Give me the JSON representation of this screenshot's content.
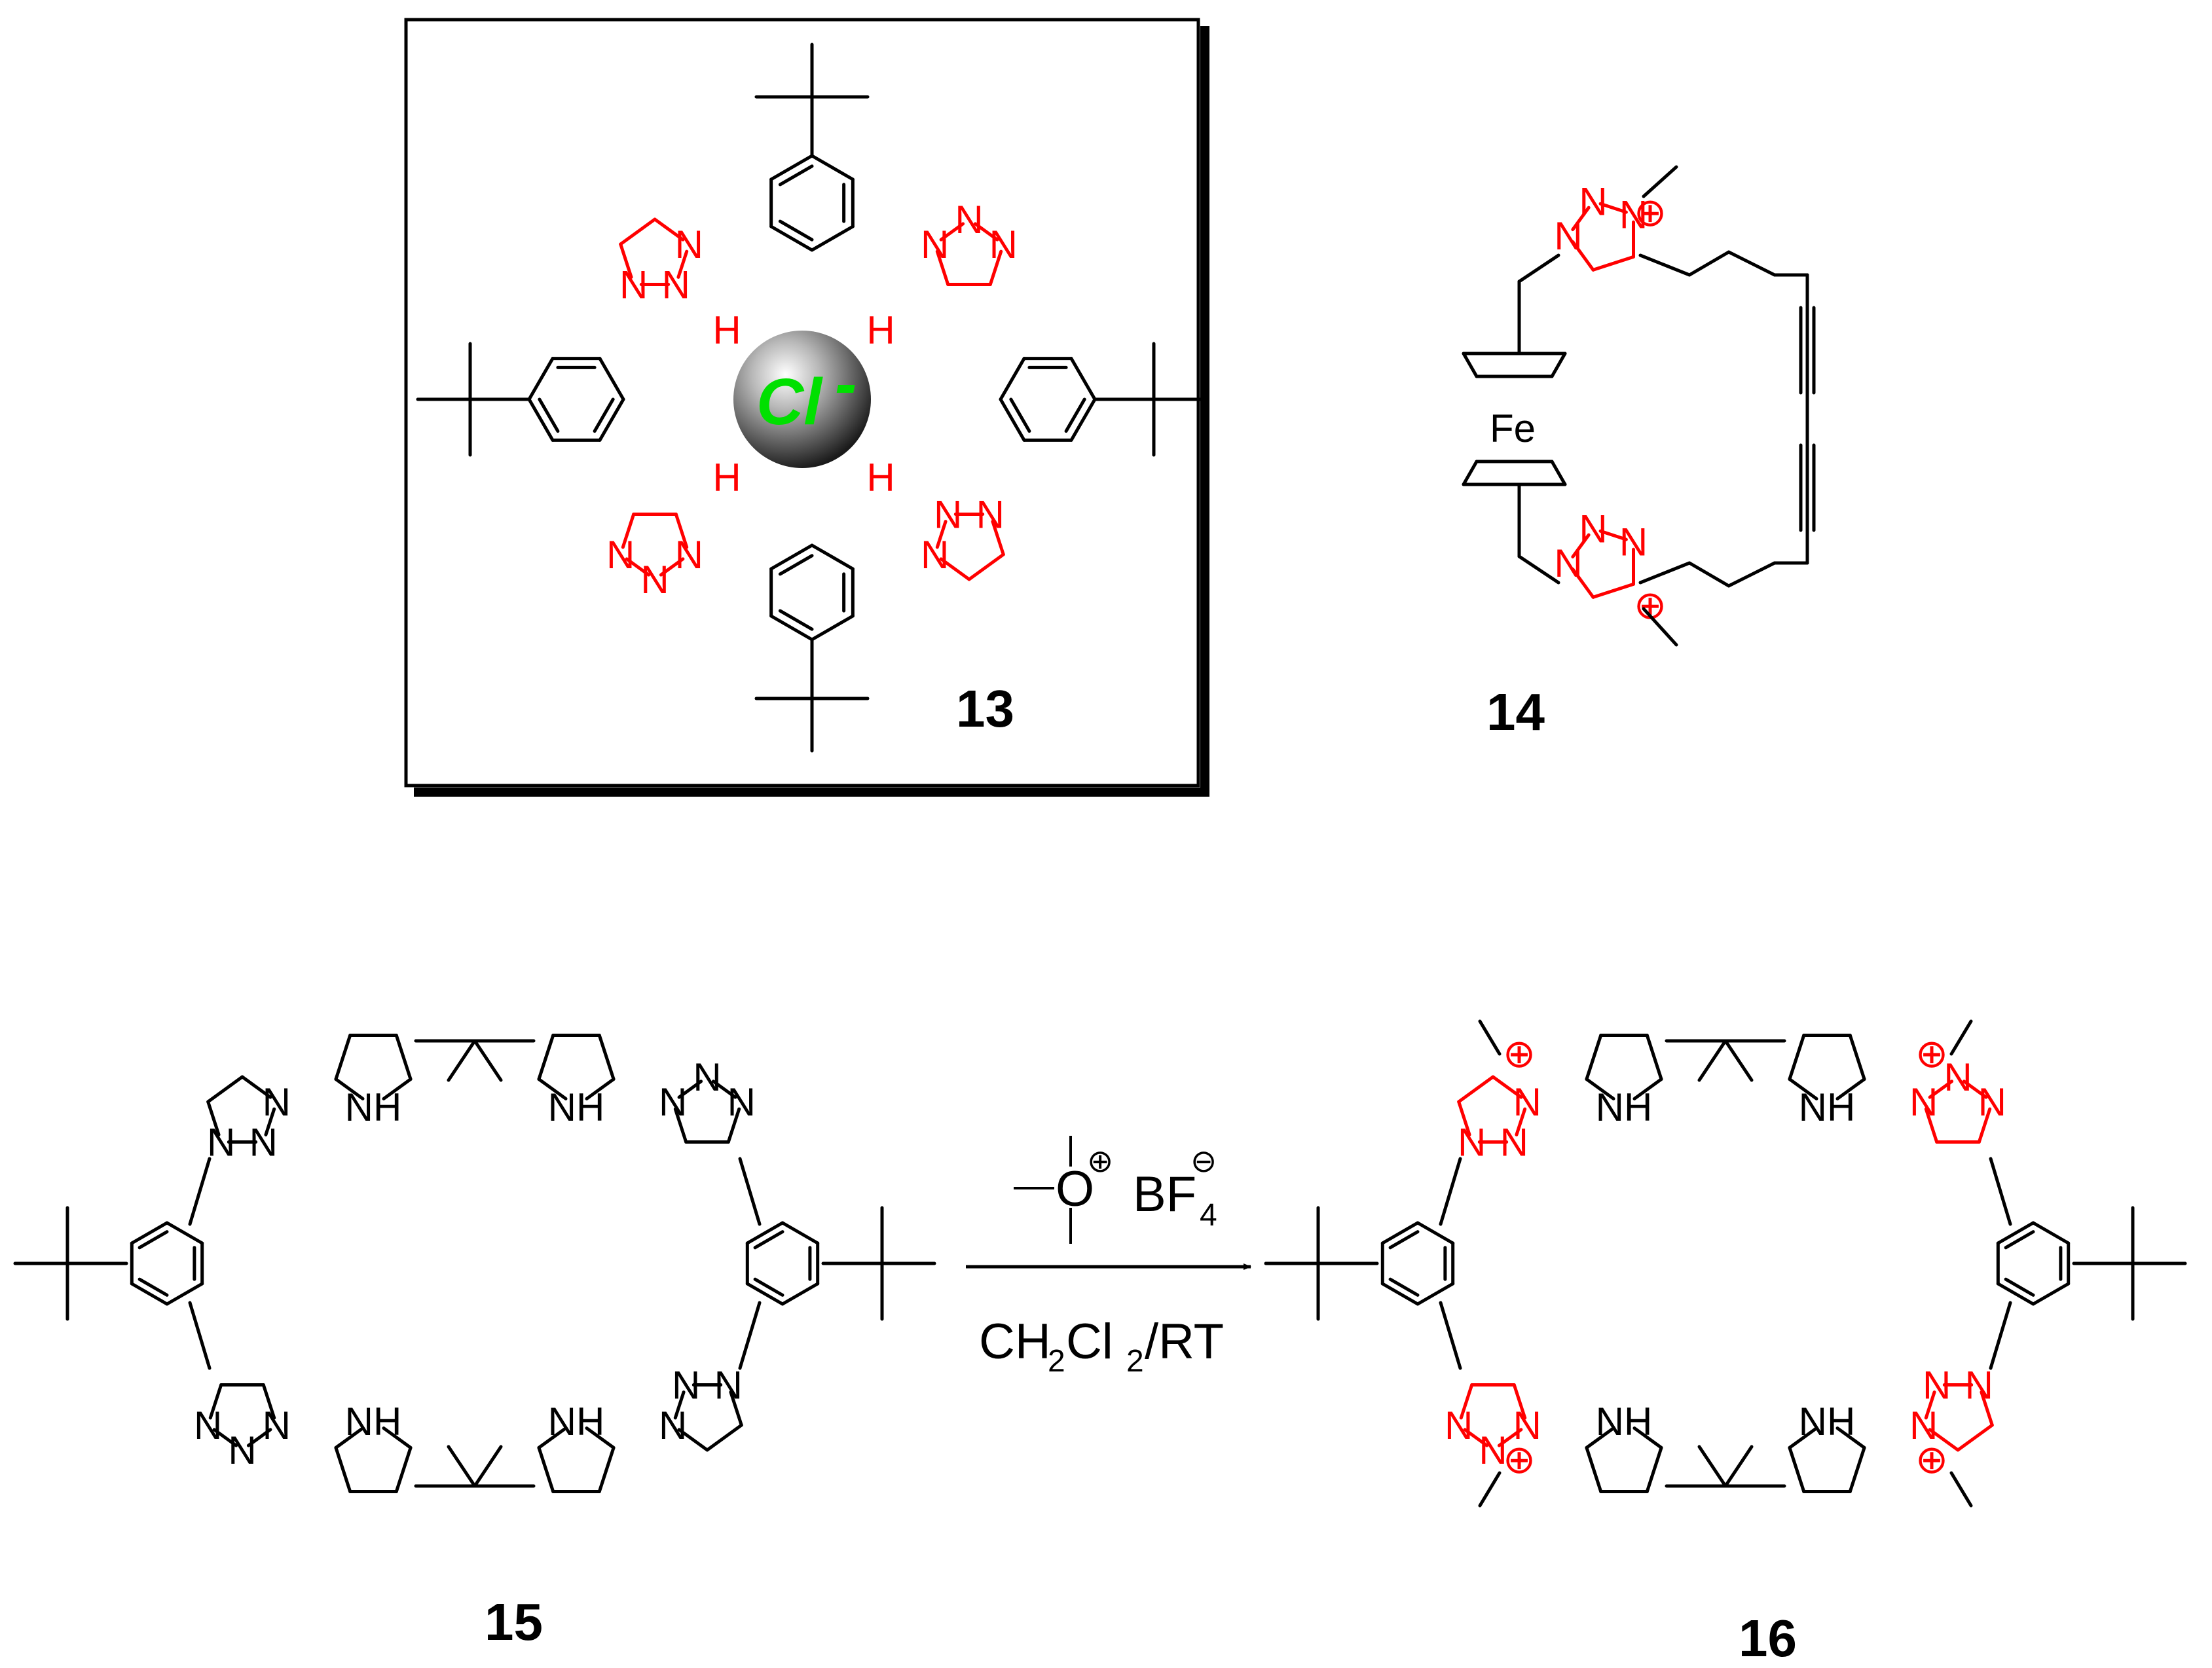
{
  "labels": {
    "compound_13": "13",
    "compound_14": "14",
    "compound_15": "15",
    "compound_16": "16"
  },
  "atoms": {
    "nitrogen": "N",
    "hydrogen": "H",
    "pyrrole_nh": "NH",
    "iron": "Fe",
    "plus_charge": "⊕",
    "minus_charge": "⊖"
  },
  "anion": {
    "symbol": "Cl",
    "charge": "-"
  },
  "reaction": {
    "reagent_o_label": "O",
    "reagent_bf_label": "BF",
    "reagent_bf_subscript": "4",
    "solvent_ch": "CH",
    "solvent_2a": "2",
    "solvent_cl": "Cl",
    "solvent_2b": "2",
    "solvent_rest": "/RT"
  },
  "colors": {
    "bond_black": "#000000",
    "highlight_red": "#ff0000",
    "anion_green": "#00e000",
    "sphere_gray": "#555555"
  }
}
